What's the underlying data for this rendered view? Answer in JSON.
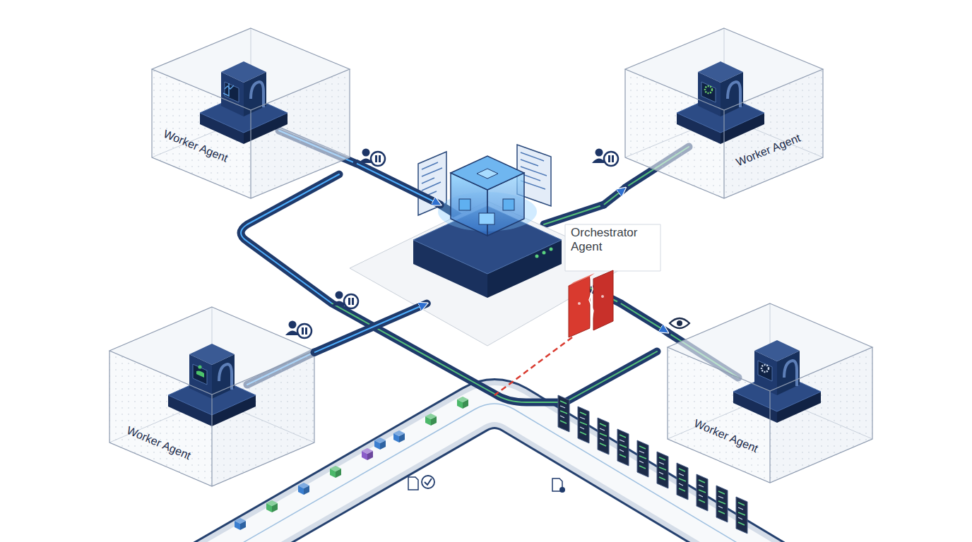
{
  "diagram": {
    "nodes": [
      {
        "text": [
          "Worker Agent"
        ]
      },
      {
        "text": [
          "Worker Agent"
        ]
      },
      {
        "text": [
          "Orchestrator Agent"
        ]
      },
      {
        "text": [
          "Worker Agent"
        ]
      },
      {
        "text": [
          "Worker Agent"
        ]
      }
    ],
    "edges": [
      {
        "from": 0,
        "to": 2,
        "arrow": "to"
      },
      {
        "from": 2,
        "to": 1,
        "arrow": "to"
      },
      {
        "from": 3,
        "to": 2,
        "arrow": "to"
      },
      {
        "from": 2,
        "to": 4,
        "arrow": "to"
      }
    ]
  }
}
